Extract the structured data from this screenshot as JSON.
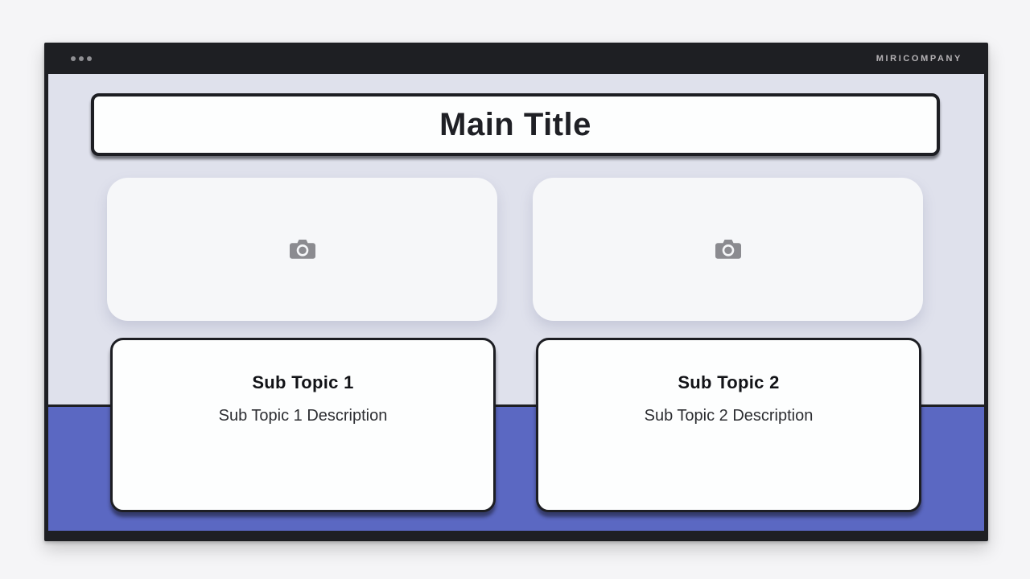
{
  "topbar": {
    "brand": "MIRICOMPANY",
    "menu_icon": "ellipsis-icon"
  },
  "slide": {
    "title": "Main Title",
    "columns": [
      {
        "heading": "Sub Topic 1",
        "description": "Sub Topic 1 Description",
        "image_icon": "camera-icon"
      },
      {
        "heading": "Sub Topic 2",
        "description": "Sub Topic 2 Description",
        "image_icon": "camera-icon"
      }
    ]
  },
  "colors": {
    "page_bg": "#f5f5f7",
    "frame": "#1e1f23",
    "slide_top_bg": "#dfe1ec",
    "slide_bottom_bg": "#5b68c2",
    "card_bg": "#fdfefe",
    "placeholder_bg": "#f6f7f9",
    "icon_gray": "#8b8b90",
    "brand_text": "#b6b3b6",
    "dot_gray": "#8f8f93"
  }
}
